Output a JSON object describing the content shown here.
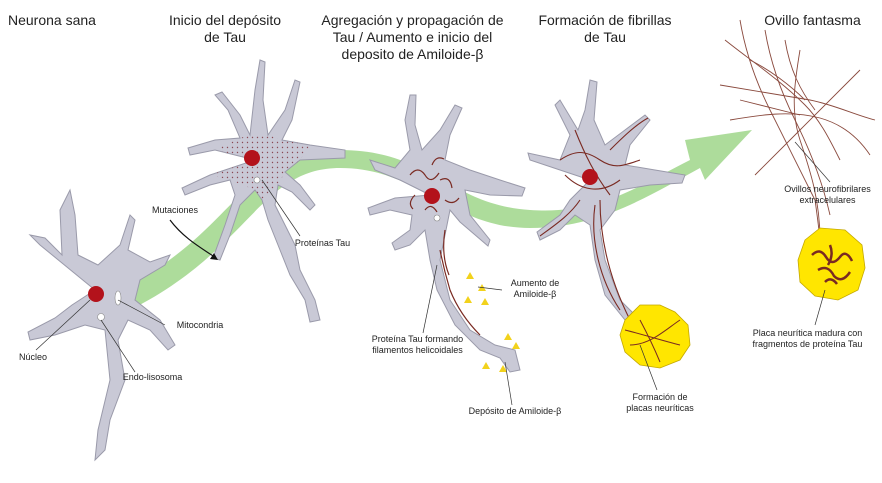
{
  "stages": [
    {
      "title": "Neurona sana"
    },
    {
      "title": "Inicio del depósito\nde Tau"
    },
    {
      "title": "Agregación y propagación de\nTau / Aumento e inicio del\ndeposito de Amiloide-β"
    },
    {
      "title": "Formación de fibrillas\nde Tau"
    },
    {
      "title": "Ovillo fantasma"
    }
  ],
  "labels": {
    "mutaciones": "Mutaciones",
    "nucleo": "Núcleo",
    "mitocondria": "Mitocondria",
    "endolisosoma": "Endo-lisosoma",
    "proteinas_tau": "Proteínas Tau",
    "proteina_tau_filamentos": "Proteína Tau formando\nfilamentos helicoidales",
    "aumento_amiloide": "Aumento de\nAmiloide-β",
    "deposito_amiloide": "Depósito de Amiloide-β",
    "formacion_placas": "Formación de\nplacas neuríticas",
    "ovillos_extracelulares": "Ovillos neurofibrilares\nextracelulares",
    "placa_madura": "Placa neurítica madura con\nfragmentos de proteína Tau"
  },
  "colors": {
    "neuron_fill": "#c9c9d6",
    "neuron_stroke": "#9a9aaa",
    "nucleus": "#b3121b",
    "arrow_green": "#9fd68a",
    "tau_filament": "#7a2a22",
    "amyloid": "#f2d21c",
    "plaque": "#ffe600"
  }
}
